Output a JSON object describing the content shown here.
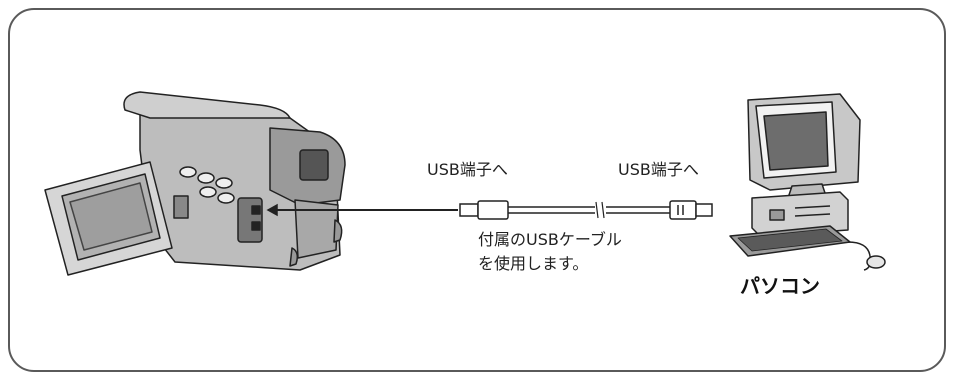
{
  "labels": {
    "camera_port": "USB端子へ",
    "pc_port": "USB端子へ",
    "cable_line1": "付属のUSBケーブル",
    "cable_line2": "を使用します。",
    "computer": "パソコン"
  },
  "icons": {
    "camera": "camcorder-icon",
    "computer": "desktop-computer-icon",
    "cable": "usb-cable-icon"
  }
}
